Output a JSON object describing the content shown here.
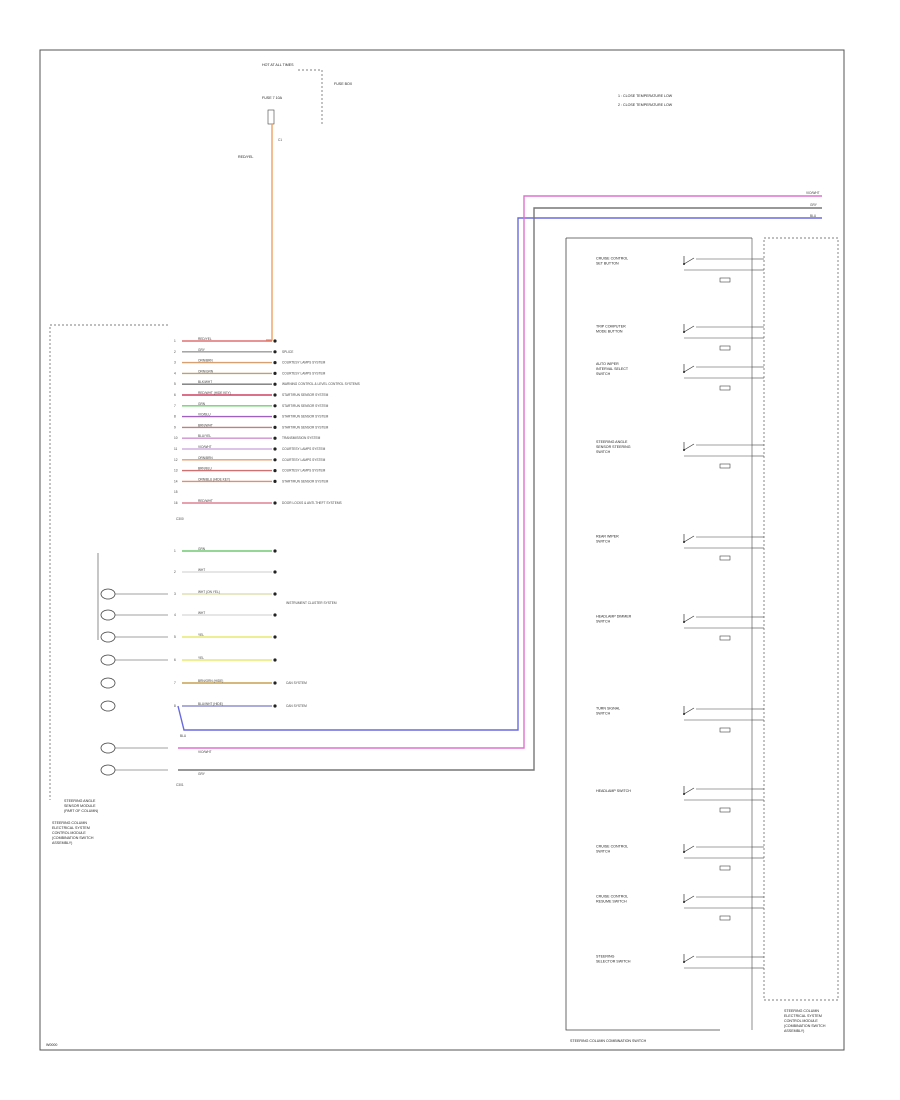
{
  "diagram": {
    "fuse": {
      "label": "HOT AT ALL TIMES",
      "fuse_name": "FUSE 7 10A",
      "box_name": "FUSE BOX",
      "connector": "C1",
      "wire_color": "RED/YEL"
    },
    "legend": {
      "item1": "1 : CLOSE TEMPERATURE LOW",
      "item2": "2 : CLOSE TEMPERATURE LOW"
    },
    "left_module": {
      "name_lines": [
        "STEERING COLUMN",
        "ELECTRICAL SYSTEM",
        "CONTROL MODULE",
        "(COMBINATION SWITCH",
        "ASSEMBLY)"
      ],
      "sub_lines": [
        "STEERING ANGLE",
        "SENSOR MODULE",
        "(PART OF COLUMN)"
      ],
      "connector_tag": "C300",
      "connector_tag2": "C301",
      "pins": [
        {
          "num": "1",
          "color": "RED/YEL",
          "hex": "#e07070",
          "dest": ""
        },
        {
          "num": "2",
          "color": "GRY",
          "hex": "#999999",
          "dest": "SPLICE"
        },
        {
          "num": "3",
          "color": "ORN/BRN",
          "hex": "#d8a070",
          "dest": "COURTESY LAMPS SYSTEM"
        },
        {
          "num": "4",
          "color": "ORN/GRN",
          "hex": "#c0a070",
          "dest": "COURTESY LAMPS SYSTEM"
        },
        {
          "num": "5",
          "color": "BLK/WHT",
          "hex": "#777777",
          "dest": "WARNING CONTROL & LEVEL CONTROL SYSTEMS"
        },
        {
          "num": "6",
          "color": "RED/WHT (HIDE KEY)",
          "hex": "#d04060",
          "dest": "START/RUN SENSOR SYSTEM"
        },
        {
          "num": "7",
          "color": "GRN",
          "hex": "#70d070",
          "dest": "START/RUN SENSOR SYSTEM"
        },
        {
          "num": "8",
          "color": "VIO/BLU",
          "hex": "#a060c0",
          "dest": "START/RUN SENSOR SYSTEM"
        },
        {
          "num": "9",
          "color": "BRN/WHT",
          "hex": "#c08080",
          "dest": "START/RUN SENSOR SYSTEM"
        },
        {
          "num": "10",
          "color": "BLU/YEL",
          "hex": "#d090d0",
          "dest": "TRANSMISSION SYSTEM"
        },
        {
          "num": "11",
          "color": "VIO/WHT",
          "hex": "#d0b0e0",
          "dest": "COURTESY LAMPS SYSTEM"
        },
        {
          "num": "12",
          "color": "ORN/BRN",
          "hex": "#e0a070",
          "dest": "COURTESY LAMPS SYSTEM"
        },
        {
          "num": "13",
          "color": "BRN/BLU",
          "hex": "#d07070",
          "dest": "COURTESY LAMPS SYSTEM"
        },
        {
          "num": "14",
          "color": "ORN/BLU (HIDE KEY)",
          "hex": "#e09070",
          "dest": "START/RUN SENSOR SYSTEM"
        },
        {
          "num": "15",
          "color": "",
          "hex": "#ffffff",
          "dest": ""
        },
        {
          "num": "16",
          "color": "RED/WHT",
          "hex": "#e08090",
          "dest": "DOOR LOCKS & ANTI-THEFT SYSTEMS"
        }
      ],
      "c2_pins": [
        {
          "num": "1",
          "color": "GRN",
          "hex": "#70c870",
          "dest": ""
        },
        {
          "num": "2",
          "color": "WHT",
          "hex": "#dddddd",
          "dest": ""
        },
        {
          "num": "3",
          "color": "WHT (ON YEL)",
          "hex": "#e0e0b0",
          "dest": "INSTRUMENT CLUSTER SYSTEM"
        },
        {
          "num": "4",
          "color": "WHT",
          "hex": "#dddddd",
          "dest": ""
        },
        {
          "num": "5",
          "color": "YEL",
          "hex": "#e8e870",
          "dest": ""
        },
        {
          "num": "6",
          "color": "YEL",
          "hex": "#e8e870",
          "dest": ""
        },
        {
          "num": "7",
          "color": "BRN/GRN (HIDE)",
          "hex": "#c8a050",
          "dest": "CAN SYSTEM"
        },
        {
          "num": "8",
          "color": "BLU/WHT (HIDE)",
          "hex": "#9090d0",
          "dest": "CAN SYSTEM"
        }
      ],
      "bottom_wires": [
        {
          "label": "BLU",
          "hex": "#6a6ae0"
        },
        {
          "label": "VIO/WHT",
          "hex": "#e080e0"
        },
        {
          "label": "GRY",
          "hex": "#777777"
        }
      ]
    },
    "right_bus": [
      {
        "label": "VIO/WHT",
        "hex": "#e070d0"
      },
      {
        "label": "GRY",
        "hex": "#777777"
      },
      {
        "label": "BLU",
        "hex": "#6a6ae0"
      }
    ],
    "switches": [
      {
        "name": "CRUISE CONTROL SET BUTTON"
      },
      {
        "name": "TRIP COMPUTER MODE BUTTON"
      },
      {
        "name": "AUTO WIPER INTERVAL SELECT SWITCH"
      },
      {
        "name": "STEERING ANGLE SENSOR STEERING SWITCH"
      },
      {
        "name": "REAR WIPER SWITCH"
      },
      {
        "name": "HEADLAMP DIMMER SWITCH"
      },
      {
        "name": "TURN SIGNAL SWITCH"
      },
      {
        "name": "HEADLAMP SWITCH"
      },
      {
        "name": "CRUISE CONTROL SWITCH"
      },
      {
        "name": "CRUISE CONTROL RESUME SWITCH"
      },
      {
        "name": "STEERING SELECTOR SWITCH"
      }
    ],
    "right_module": {
      "name_lines": [
        "STEERING COLUMN",
        "ELECTRICAL SYSTEM",
        "CONTROL MODULE",
        "(COMBINATION SWITCH",
        "ASSEMBLY)"
      ],
      "bottom_label": "STEERING COLUMN COMBINATION SWITCH"
    },
    "footer_code": "W0000"
  }
}
